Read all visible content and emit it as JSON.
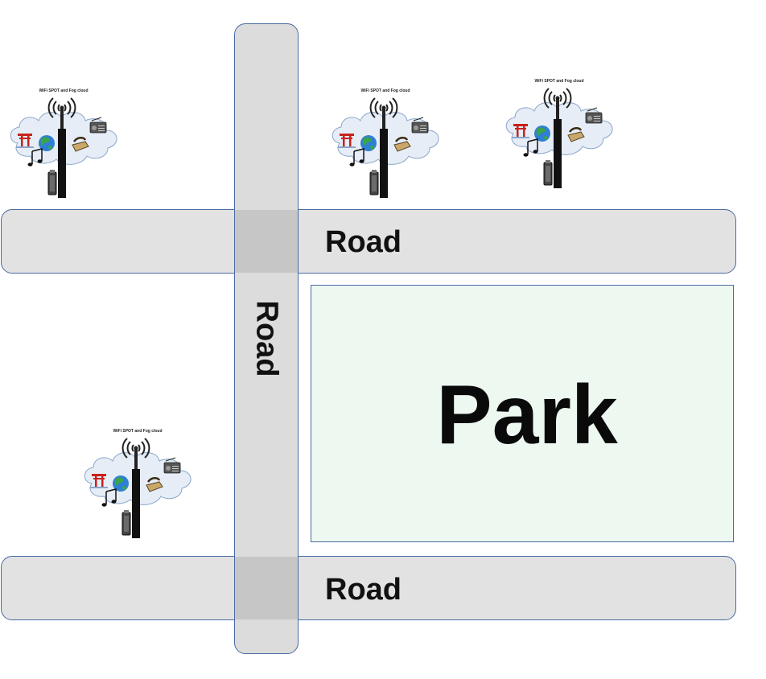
{
  "roads": {
    "top_label": "Road",
    "vertical_label": "Road",
    "bottom_label": "Road"
  },
  "park": {
    "label": "Park"
  },
  "hotspots": {
    "caption": "WiFi SPOT and Fog cloud",
    "count": 4
  },
  "colors": {
    "road_fill": "#e2e2e2",
    "road_border": "#4a6aa3",
    "intersection_fill": "#c6c6c6",
    "park_fill": "#edf8f1",
    "cloud_fill": "#e6edf6"
  },
  "icons": [
    "wifi-tower-icon",
    "cloud-icon",
    "globe-icon",
    "torii-gate-icon",
    "music-note-icon",
    "radio-icon",
    "telephone-icon",
    "battery-icon"
  ]
}
